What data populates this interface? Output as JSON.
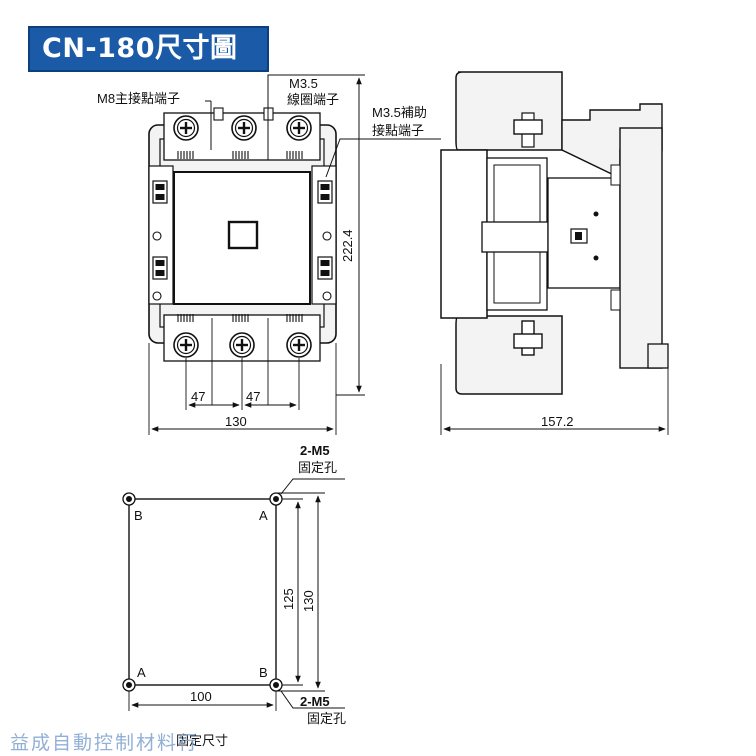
{
  "title": "CN-180尺寸圖",
  "labels": {
    "main_terminal": "M8主接點端子",
    "coil_terminal_line1": "M3.5",
    "coil_terminal_line2": "線圈端子",
    "aux_terminal_line1": "M3.5補助",
    "aux_terminal_line2": "接點端子",
    "mount_hole_top_line1": "2-M5",
    "mount_hole_top_line2": "固定孔",
    "mount_hole_bottom_line1": "2-M5",
    "mount_hole_bottom_line2": "固定孔",
    "mounting_dimensions": "固定尺寸",
    "corner_a": "A",
    "corner_b": "B"
  },
  "dimensions": {
    "height": "222.4",
    "pitch_left": "47",
    "pitch_right": "47",
    "width": "130",
    "depth": "157.2",
    "mount_width": "100",
    "mount_height_inner": "125",
    "mount_height_outer": "130"
  },
  "watermark": "益成自動控制材料行",
  "colors": {
    "title_bg": "#1b5aa6",
    "line": "#111111",
    "body_fill": "#f3f3f3",
    "watermark": "#7fa3cf"
  }
}
